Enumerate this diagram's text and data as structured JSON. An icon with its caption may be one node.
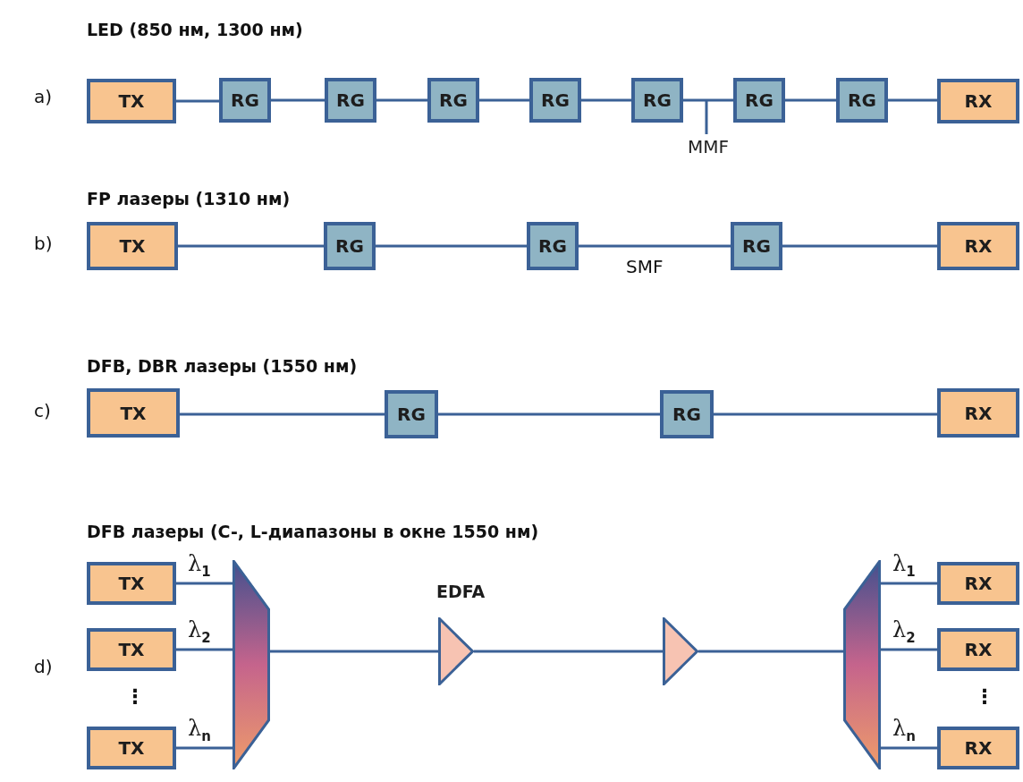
{
  "diagram": {
    "nodes": [
      {
        "text": [
          "TX"
        ]
      },
      {
        "text": [
          "RG"
        ]
      },
      {
        "text": [
          "RG"
        ]
      },
      {
        "text": [
          "RG"
        ]
      },
      {
        "text": [
          "RG"
        ]
      },
      {
        "text": [
          "RG"
        ]
      },
      {
        "text": [
          "RG"
        ]
      },
      {
        "text": [
          "RG"
        ]
      },
      {
        "text": [
          "RX"
        ]
      },
      {
        "text": [
          "MMF"
        ]
      },
      {
        "text": [
          "TX"
        ]
      },
      {
        "text": [
          "RG"
        ]
      },
      {
        "text": [
          "RG"
        ]
      },
      {
        "text": [
          "RG"
        ]
      },
      {
        "text": [
          "RX"
        ]
      },
      {
        "text": [
          "TX"
        ]
      },
      {
        "text": [
          "RG"
        ]
      },
      {
        "text": [
          "RG"
        ]
      },
      {
        "text": [
          "RX"
        ]
      },
      {
        "text": [
          "TX"
        ]
      },
      {
        "text": [
          "TX"
        ]
      },
      {
        "text": [
          "TX"
        ]
      },
      {
        "text": [],
        "shape": "trapezoid"
      },
      {
        "text": [],
        "shape": "triangle",
        "beside": [
          "EDFA"
        ]
      },
      {
        "text": [],
        "shape": "triangle"
      },
      {
        "text": [],
        "shape": "trapezoid"
      },
      {
        "text": [
          "RX"
        ]
      },
      {
        "text": [
          "RX"
        ]
      },
      {
        "text": [
          "RX"
        ]
      }
    ],
    "edges": [
      {
        "from": 0,
        "to": 1,
        "arrow": "none"
      },
      {
        "from": 1,
        "to": 2,
        "arrow": "none"
      },
      {
        "from": 2,
        "to": 3,
        "arrow": "none"
      },
      {
        "from": 3,
        "to": 4,
        "arrow": "none"
      },
      {
        "from": 4,
        "to": 5,
        "arrow": "none"
      },
      {
        "from": 5,
        "to": 6,
        "arrow": "none"
      },
      {
        "from": 6,
        "to": 7,
        "arrow": "none"
      },
      {
        "from": 7,
        "to": 8,
        "arrow": "none"
      },
      {
        "from": 9,
        "to": null,
        "arrow": "none"
      },
      {
        "from": 10,
        "to": 11,
        "arrow": "none"
      },
      {
        "from": 11,
        "to": 12,
        "arrow": "none"
      },
      {
        "from": 12,
        "to": 13,
        "arrow": "none"
      },
      {
        "from": 13,
        "to": 14,
        "arrow": "none"
      },
      {
        "from": 15,
        "to": 16,
        "arrow": "none"
      },
      {
        "from": 16,
        "to": 17,
        "arrow": "none"
      },
      {
        "from": 17,
        "to": 18,
        "arrow": "none"
      },
      {
        "from": 19,
        "to": 22,
        "arrow": "none",
        "label": "λ$_{1}$"
      },
      {
        "from": 20,
        "to": 22,
        "arrow": "none",
        "label": "λ$_{2}$"
      },
      {
        "from": 21,
        "to": 22,
        "arrow": "none",
        "label": "λ$_{n}$"
      },
      {
        "from": 22,
        "to": 23,
        "arrow": "none"
      },
      {
        "from": 23,
        "to": 24,
        "arrow": "none"
      },
      {
        "from": 24,
        "to": 25,
        "arrow": "none"
      },
      {
        "from": 25,
        "to": 26,
        "arrow": "none",
        "label": "λ$_{1}$"
      },
      {
        "from": 25,
        "to": 27,
        "arrow": "none",
        "label": "λ$_{2}$"
      },
      {
        "from": 25,
        "to": 28,
        "arrow": "none",
        "label": "λ$_{n}$"
      }
    ],
    "labels": [
      "LED (850 нм, 1300 нм)",
      "a)",
      "FP лазеры (1310 нм)",
      "b)",
      "SMF",
      "DFB, DBR лазеры (1550 нм)",
      "c)",
      "DFB лазеры (C-, L-диапазоны в окне 1550 нм)",
      "d)",
      "⋮",
      "⋮"
    ]
  }
}
